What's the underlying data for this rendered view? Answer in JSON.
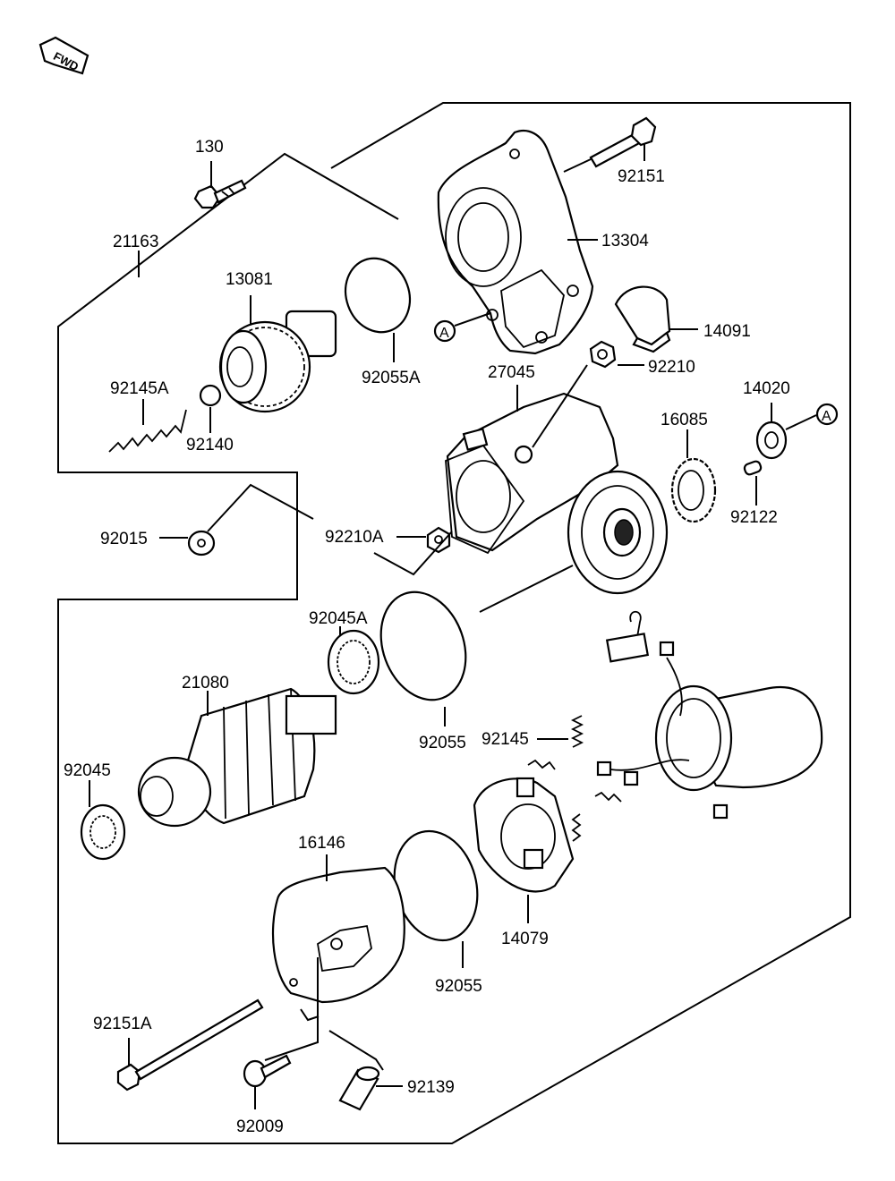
{
  "fwd_label": "FWD",
  "ref_mark": "A",
  "parts": {
    "p130": "130",
    "p92151": "92151",
    "p21163": "21163",
    "p13304": "13304",
    "p13081": "13081",
    "p92055A": "92055A",
    "p14091": "14091",
    "p92145A": "92145A",
    "p92210": "92210",
    "p27045": "27045",
    "p14020": "14020",
    "p92140": "92140",
    "p16085": "16085",
    "p92122": "92122",
    "p92015": "92015",
    "p92210A": "92210A",
    "p92045A": "92045A",
    "p21080": "21080",
    "p92145": "92145",
    "p92055": "92055",
    "p92045": "92045",
    "p16146": "16146",
    "p14079": "14079",
    "p92055b": "92055",
    "p92151A": "92151A",
    "p92139": "92139",
    "p92009": "92009"
  }
}
